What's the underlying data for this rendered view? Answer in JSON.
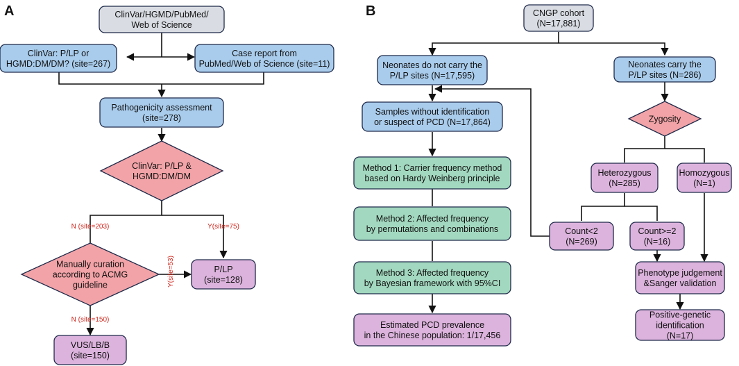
{
  "panels": {
    "a": "A",
    "b": "B"
  },
  "colors": {
    "gray": "#d9dde3",
    "blue": "#a9ccec",
    "pink": "#f2a3a7",
    "green": "#a2d8bf",
    "purple": "#dcb3dd",
    "stroke": "#1f2a4a",
    "label": "#d0271d"
  },
  "nodes": {
    "a_source": {
      "lines": [
        "ClinVar/HGMD/PubMed/",
        "Web of Science"
      ]
    },
    "a_clinvar": {
      "lines": [
        "ClinVar: P/LP or",
        "HGMD:DM/DM? (site=267)"
      ]
    },
    "a_case": {
      "lines": [
        "Case report from",
        "PubMed/Web of Science (site=11)"
      ]
    },
    "a_patho": {
      "lines": [
        "Pathogenicity assessment",
        "(site=278)"
      ]
    },
    "a_decision1": {
      "lines": [
        "ClinVar: P/LP &",
        "HGMD:DM/DM"
      ]
    },
    "a_manual": {
      "lines": [
        "Manually curation",
        "according to ACMG",
        "guideline"
      ]
    },
    "a_plp": {
      "lines": [
        "P/LP",
        "(site=128)"
      ]
    },
    "a_vus": {
      "lines": [
        "VUS/LB/B",
        "(site=150)"
      ]
    },
    "b_cohort": {
      "lines": [
        "CNGP cohort",
        "(N=17,881)"
      ]
    },
    "b_noncarry": {
      "lines": [
        "Neonates do not carry the",
        "P/LP sites (N=17,595)"
      ]
    },
    "b_carry": {
      "lines": [
        "Neonates carry the",
        "P/LP sites (N=286)"
      ]
    },
    "b_samples": {
      "lines": [
        "Samples without identification",
        "or suspect of PCD (N=17,864)"
      ]
    },
    "b_zygosity": {
      "lines": [
        "Zygosity"
      ]
    },
    "b_method1": {
      "lines": [
        "Method 1: Carrier frequency method",
        "based on Hardy Weinberg principle"
      ]
    },
    "b_hetero": {
      "lines": [
        "Heterozygous",
        "(N=285)"
      ]
    },
    "b_homo": {
      "lines": [
        "Homozygous",
        "(N=1)"
      ]
    },
    "b_method2": {
      "lines": [
        "Method 2: Affected frequency",
        "by permutations and combinations"
      ]
    },
    "b_count_lt2": {
      "lines": [
        "Count<2",
        "(N=269)"
      ]
    },
    "b_count_ge2": {
      "lines": [
        "Count>=2",
        "(N=16)"
      ]
    },
    "b_method3": {
      "lines": [
        "Method 3: Affected frequency",
        "by Bayesian framework with 95%CI"
      ]
    },
    "b_phenotype": {
      "lines": [
        "Phenotype judgement",
        "&Sanger validation"
      ]
    },
    "b_estimated": {
      "lines": [
        "Estimated PCD prevalence",
        "in the Chinese population: 1/17,456"
      ]
    },
    "b_positive": {
      "lines": [
        "Positive-genetic",
        "identification",
        "(N=17)"
      ]
    }
  },
  "edge_labels": {
    "n203": "N (site=203)",
    "y75": "Y(site=75)",
    "y53": "Y(site=53)",
    "n150": "N (site=150)"
  }
}
